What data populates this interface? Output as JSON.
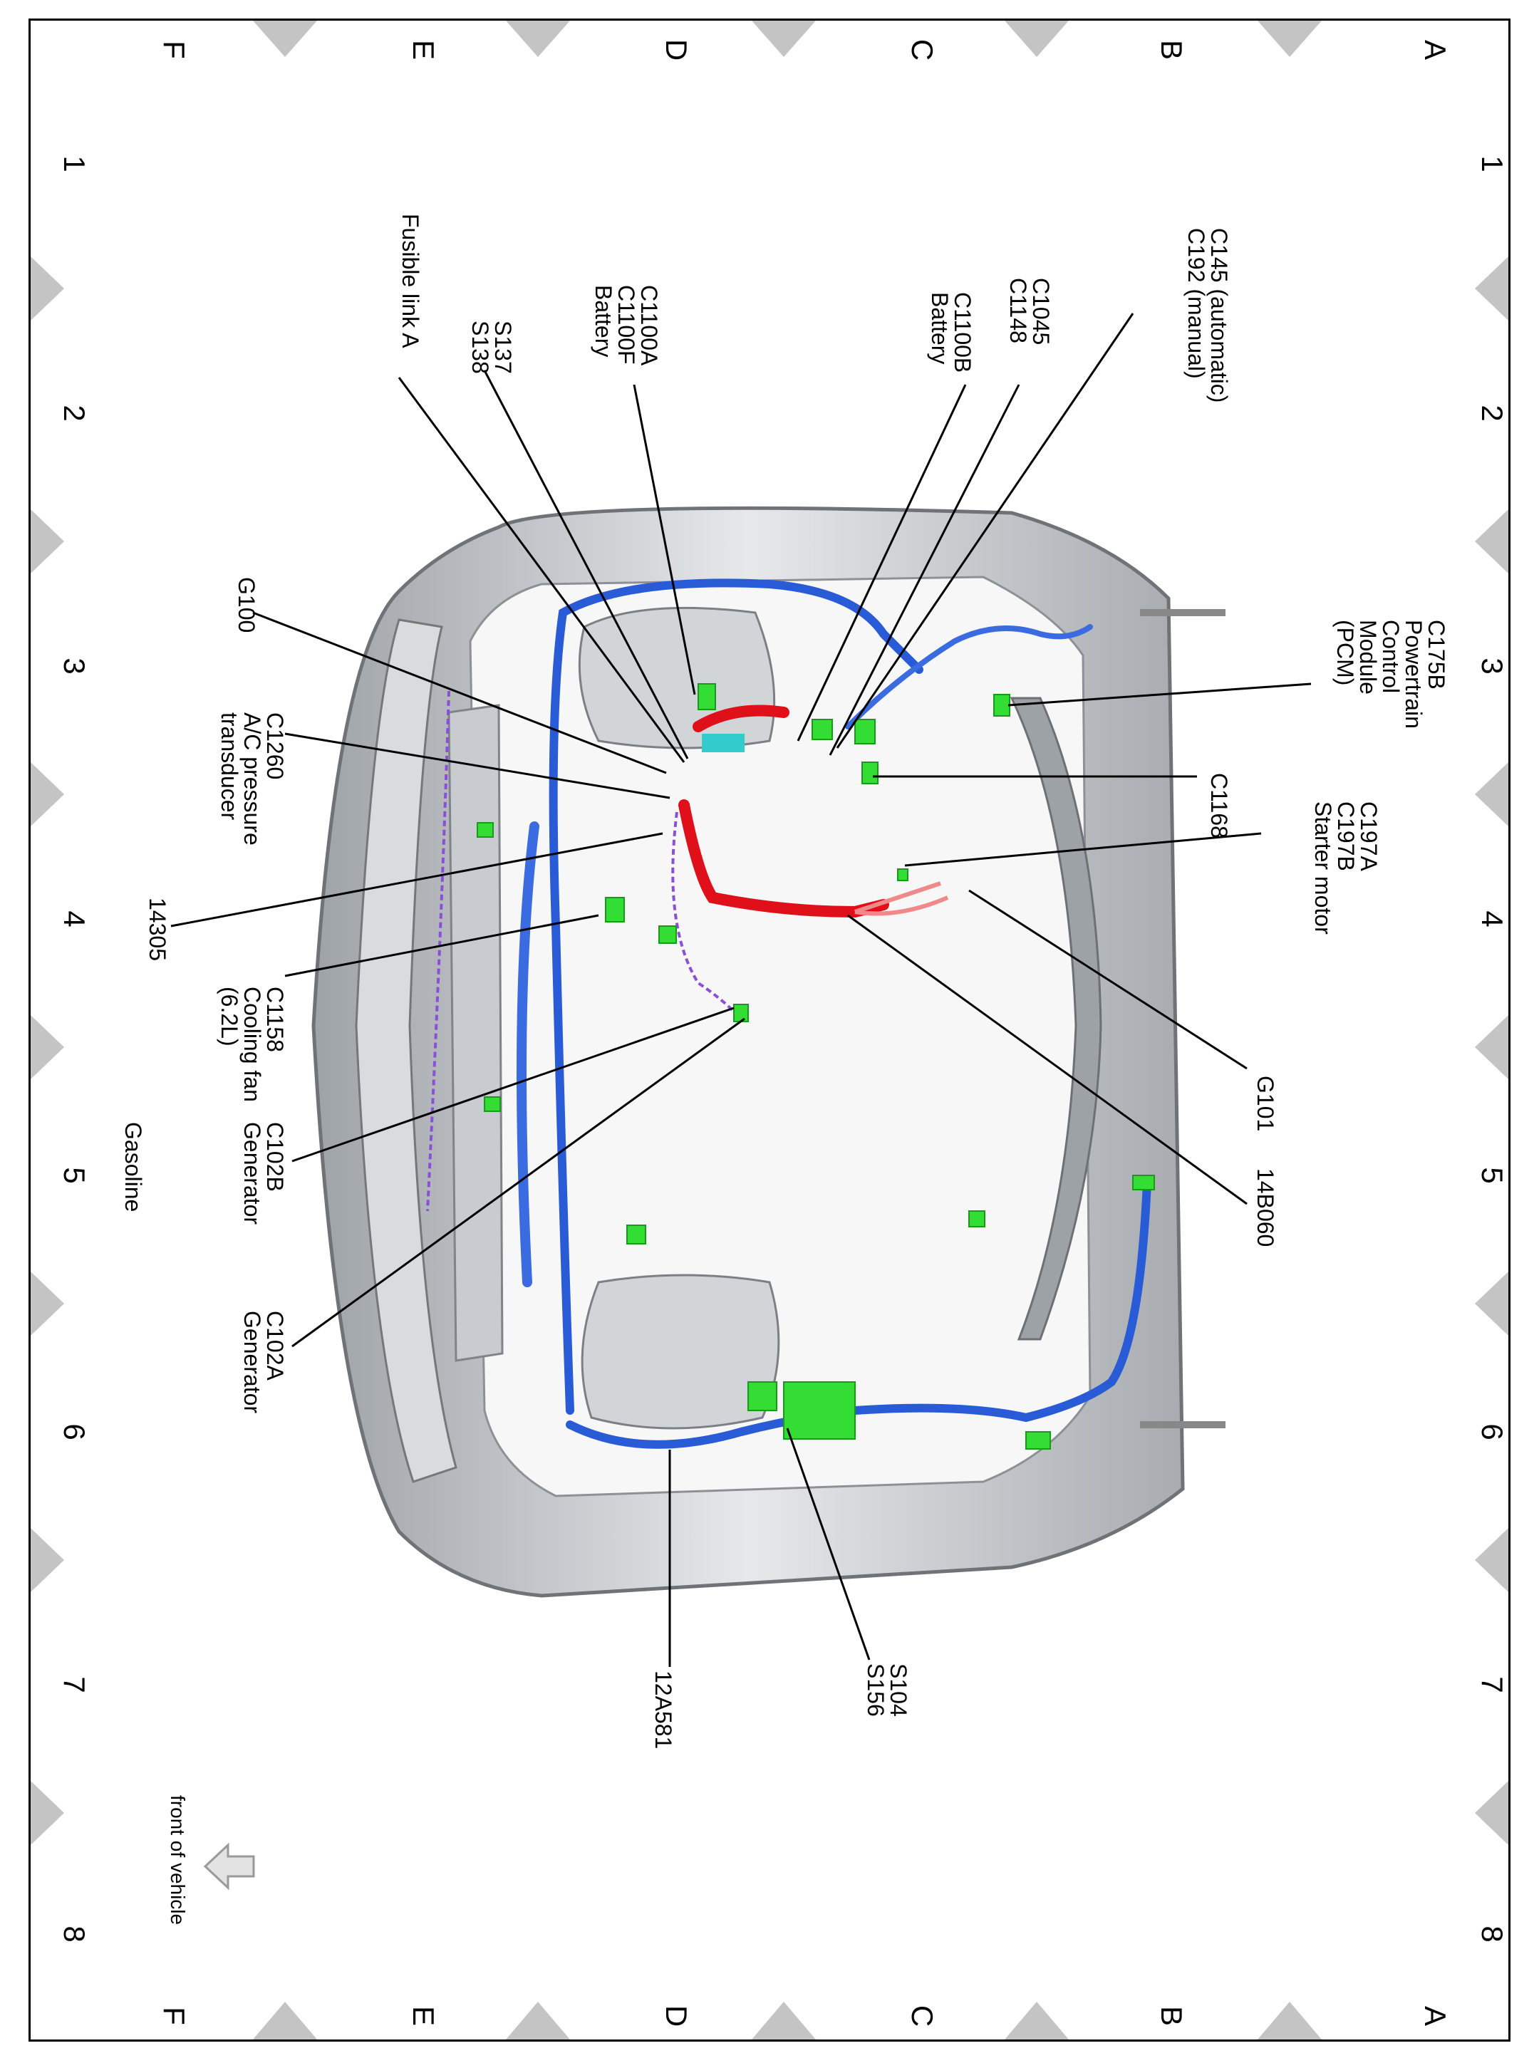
{
  "grid": {
    "rows": [
      "A",
      "B",
      "C",
      "D",
      "E",
      "F"
    ],
    "cols": [
      "1",
      "2",
      "3",
      "4",
      "5",
      "6",
      "7",
      "8"
    ]
  },
  "callouts": [
    {
      "id": "c145",
      "lines": [
        "C145 (automatic)",
        "C192 (manual)"
      ]
    },
    {
      "id": "c1045",
      "lines": [
        "C1045",
        "C1148"
      ]
    },
    {
      "id": "c1100b",
      "lines": [
        "C1100B",
        "Battery"
      ]
    },
    {
      "id": "c1100a",
      "lines": [
        "C1100A",
        "C1100F",
        "Battery"
      ]
    },
    {
      "id": "s137",
      "lines": [
        "S137",
        "S138"
      ]
    },
    {
      "id": "fusible",
      "lines": [
        "Fusible link A"
      ]
    },
    {
      "id": "g100",
      "lines": [
        "G100"
      ]
    },
    {
      "id": "c1260",
      "lines": [
        "C1260",
        "A/C pressure",
        "transducer"
      ]
    },
    {
      "id": "n14305",
      "lines": [
        "14305"
      ]
    },
    {
      "id": "c1158",
      "lines": [
        "C1158",
        "Cooling fan",
        "(6.2L)"
      ]
    },
    {
      "id": "c102b",
      "lines": [
        "C102B",
        "Generator"
      ]
    },
    {
      "id": "c102a",
      "lines": [
        "C102A",
        "Generator"
      ]
    },
    {
      "id": "c175b",
      "lines": [
        "C175B",
        "Powertrain",
        "Control",
        "Module",
        "(PCM)"
      ]
    },
    {
      "id": "c1168",
      "lines": [
        "C1168"
      ]
    },
    {
      "id": "c197a",
      "lines": [
        "C197A",
        "C197B",
        "Starter motor"
      ]
    },
    {
      "id": "g101",
      "lines": [
        "G101"
      ]
    },
    {
      "id": "n14b060",
      "lines": [
        "14B060"
      ]
    },
    {
      "id": "s104",
      "lines": [
        "S104",
        "S156"
      ]
    },
    {
      "id": "n12a581",
      "lines": [
        "12A581"
      ]
    }
  ],
  "variant": "Gasoline",
  "orientation_label": "front of vehicle",
  "colors": {
    "harness_blue": "#2a5bd7",
    "power_red": "#e0101a",
    "connector_green": "#33dd33",
    "sense_purple": "#8a4fd6",
    "body_gray": "#b8bcc0",
    "marker_gray": "#c4c4c4"
  }
}
